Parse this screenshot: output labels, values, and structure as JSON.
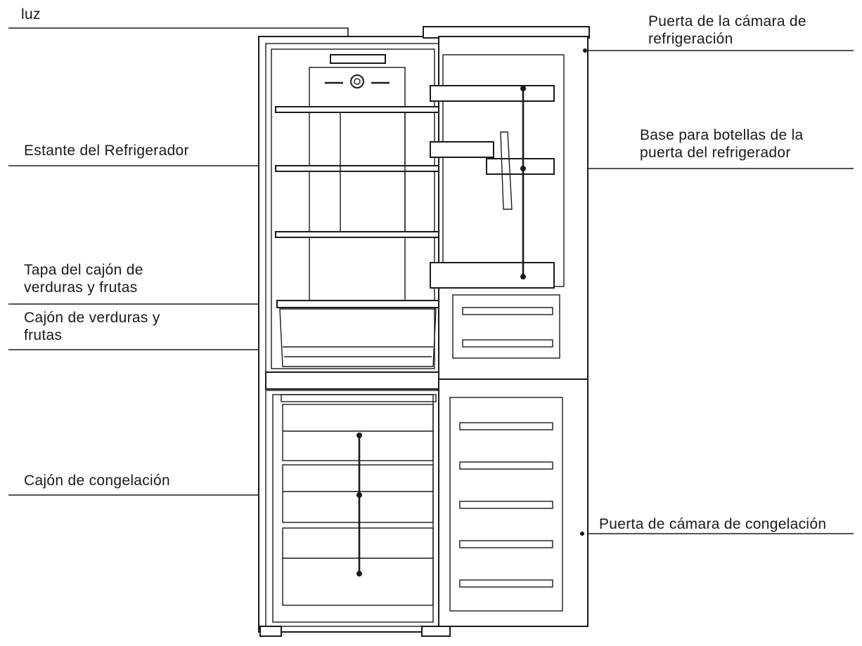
{
  "labels": {
    "light": "luz",
    "fridge_door_l1": "Puerta de la cámara de",
    "fridge_door_l2": "refrigeración",
    "fridge_shelf": "Estante del Refrigerador",
    "bottle_base_l1": "Base para botellas de la",
    "bottle_base_l2": "puerta del refrigerador",
    "crisper_cover_l1": "Tapa del cajón de",
    "crisper_cover_l2": "verduras y frutas",
    "crisper_drawer_l1": "Cajón de verduras y",
    "crisper_drawer_l2": "frutas",
    "freezer_drawer": "Cajón de congelación",
    "freezer_door": "Puerta de cámara de congelación"
  },
  "colors": {
    "ink": "#1a1a1a",
    "background": "#ffffff"
  }
}
